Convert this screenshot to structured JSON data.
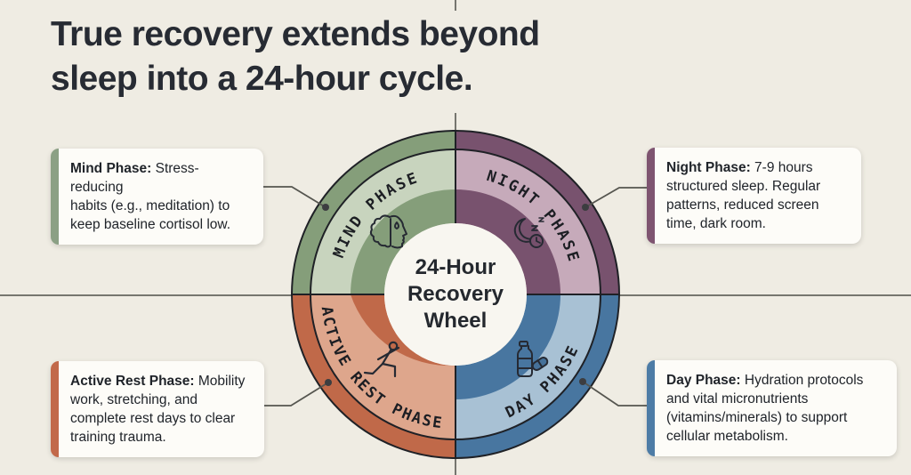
{
  "background": "#efece3",
  "title": {
    "text": "True recovery extends beyond\nsleep into a 24-hour cycle."
  },
  "wheel": {
    "center_label": "24-Hour\nRecovery\nWheel",
    "phases": {
      "mind": {
        "label": "MIND PHASE",
        "color": "#829b78",
        "band_color": "#c8d4be",
        "ring_color": "#859e7a",
        "icon": "brain-head-icon"
      },
      "night": {
        "label": "NIGHT PHASE",
        "color": "#76506c",
        "band_color": "#c6aaba",
        "ring_color": "#78526e",
        "icon": "moon-sleep-clock-icon"
      },
      "active": {
        "label": "ACTIVE REST PHASE",
        "color": "#c26c4c",
        "band_color": "#dea68c",
        "ring_color": "#c06949",
        "icon": "stretching-person-icon"
      },
      "day": {
        "label": "DAY PHASE",
        "color": "#467199",
        "band_color": "#a8c1d4",
        "ring_color": "#4876a0",
        "icon": "bottle-pill-icon"
      }
    }
  },
  "callouts": {
    "mind": {
      "lead": "Mind Phase:",
      "body": "Stress-reducing\nhabits (e.g., meditation) to\nkeep baseline cortisol low.",
      "accent": "#8ba085"
    },
    "night": {
      "lead": "Night Phase:",
      "body": "7-9 hours\nstructured sleep. Regular\npatterns, reduced screen\ntime, dark room.",
      "accent": "#7e5470"
    },
    "active": {
      "lead": "Active Rest Phase:",
      "body": "Mobility\nwork, stretching, and\ncomplete rest days to clear\ntraining trauma.",
      "accent": "#c2694a"
    },
    "day": {
      "lead": "Day Phase:",
      "body": "Hydration protocols\nand vital micronutrients\n(vitamins/minerals) to support\ncellular metabolism.",
      "accent": "#4d7ca6"
    }
  }
}
